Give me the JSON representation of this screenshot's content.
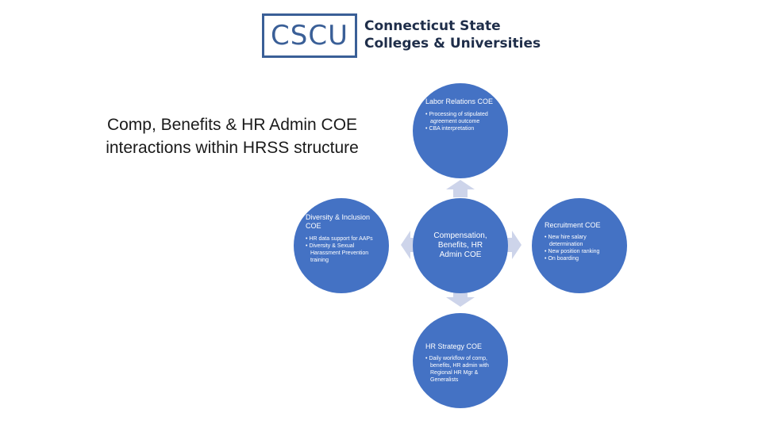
{
  "logo": {
    "abbr": "CSCU",
    "name_line1": "Connecticut State",
    "name_line2": "Colleges & Universities"
  },
  "title": "Comp, Benefits & HR Admin COE interactions within HRSS structure",
  "center": {
    "label": "Compensation, Benefits, HR Admin COE"
  },
  "nodes": {
    "labor": {
      "title": "Labor Relations COE",
      "items": [
        "Processing of stipulated agreement outcome",
        "CBA interpretation"
      ]
    },
    "diversity": {
      "title": "Diversity & Inclusion COE",
      "items": [
        "HR data support for AAPs",
        "Diversity & Sexual Harassment Prevention training"
      ]
    },
    "recruitment": {
      "title": "Recruitment COE",
      "items": [
        "New hire salary determination",
        "New position ranking",
        "On boarding"
      ]
    },
    "strategy": {
      "title": "HR Strategy COE",
      "items": [
        "Daily workflow of comp, benefits, HR admin with Regional HR Mgr & Generalists"
      ]
    }
  },
  "colors": {
    "node_fill": "#4472c4",
    "arrow_fill": "#cdd4ea",
    "logo_blue": "#3a5f97",
    "logo_text": "#1f2e4a"
  }
}
